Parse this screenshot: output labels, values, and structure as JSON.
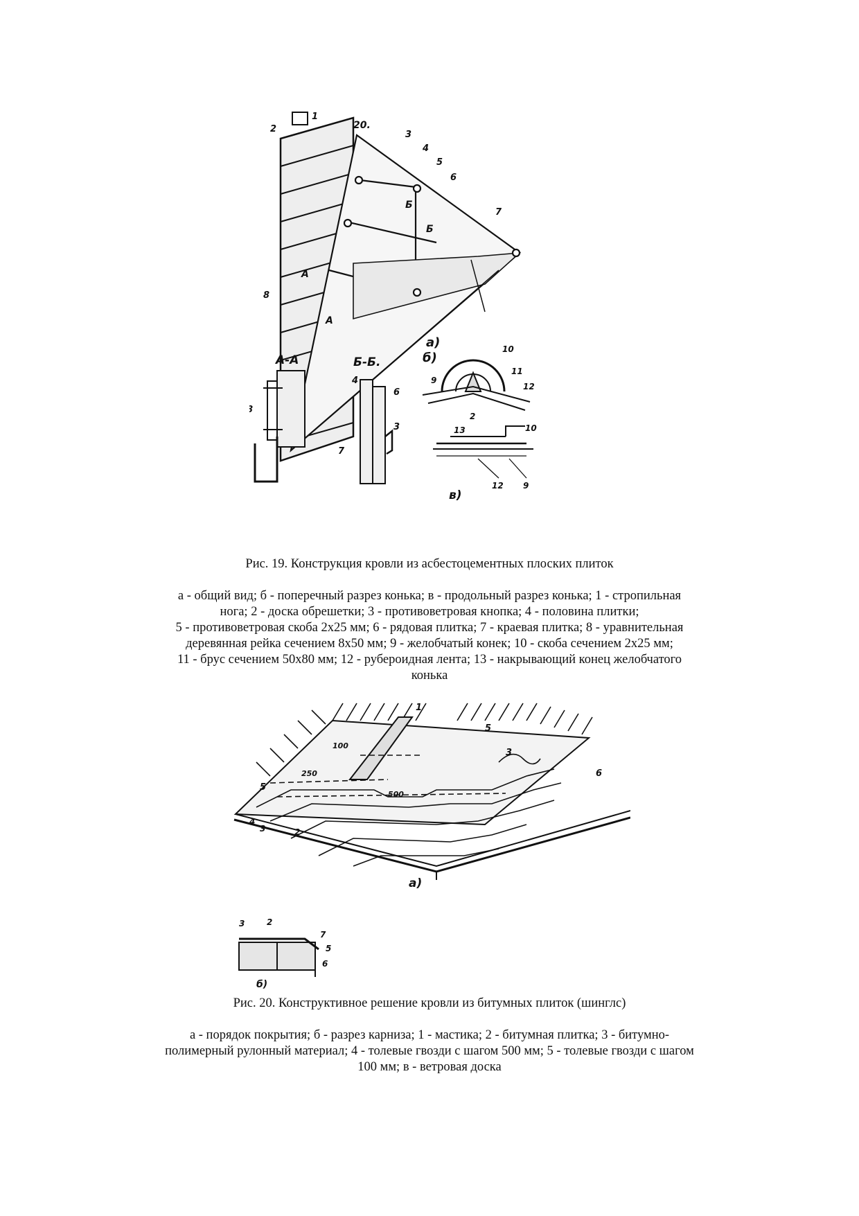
{
  "fig19": {
    "title": "Рис. 19. Конструкция кровли из асбестоцементных плоских плиток",
    "legend": [
      "а - общий вид; б - поперечный разрез конька; в - продольный разрез конька; 1 - стропильная",
      "нога; 2 - доска обрешетки; 3 - противоветровая кнопка; 4 - половина плитки;",
      "5 - противоветровая скоба 2х25 мм; 6 - рядовая плитка; 7 - краевая плитка; 8 - уравнительная",
      "деревянная рейка сечением 8х50 мм; 9 - желобчатый конек; 10 - скоба сечением 2х25 мм;",
      "11 - брус сечением 50х80 мм; 12 - рубероидная лента; 13 - накрывающий конец желобчатого",
      "конька"
    ],
    "drawing_labels": {
      "view_a": "а)",
      "view_b": "б)",
      "view_v": "в)",
      "section_aa": "А-А",
      "section_bb": "Б-Б.",
      "cut_a": "А",
      "cut_b": "Б",
      "dim": "20.",
      "n1": "1",
      "n2": "2",
      "n3": "3",
      "n4": "4",
      "n5": "5",
      "n6": "6",
      "n7": "7",
      "n8": "8",
      "n9": "9",
      "n10": "10",
      "n11": "11",
      "n12": "12",
      "n13": "13"
    }
  },
  "fig20": {
    "title": "Рис. 20. Конструктивное решение кровли из битумных плиток (шинглс)",
    "legend": [
      "а - порядок покрытия; б - разрез карниза; 1 - мастика; 2 - битумная плитка; 3 - битумно-",
      "полимерный рулонный материал; 4 - толевые гвозди с шагом 500 мм; 5 - толевые гвозди с шагом",
      "100 мм; в - ветровая доска"
    ],
    "drawing_labels": {
      "view_a": "а)",
      "view_b": "б)",
      "n1": "1",
      "n2": "2",
      "n3": "3",
      "n4": "4",
      "n5": "5",
      "n6": "6",
      "n7": "7",
      "dim_100": "100",
      "dim_250": "250",
      "dim_500": "500"
    }
  }
}
